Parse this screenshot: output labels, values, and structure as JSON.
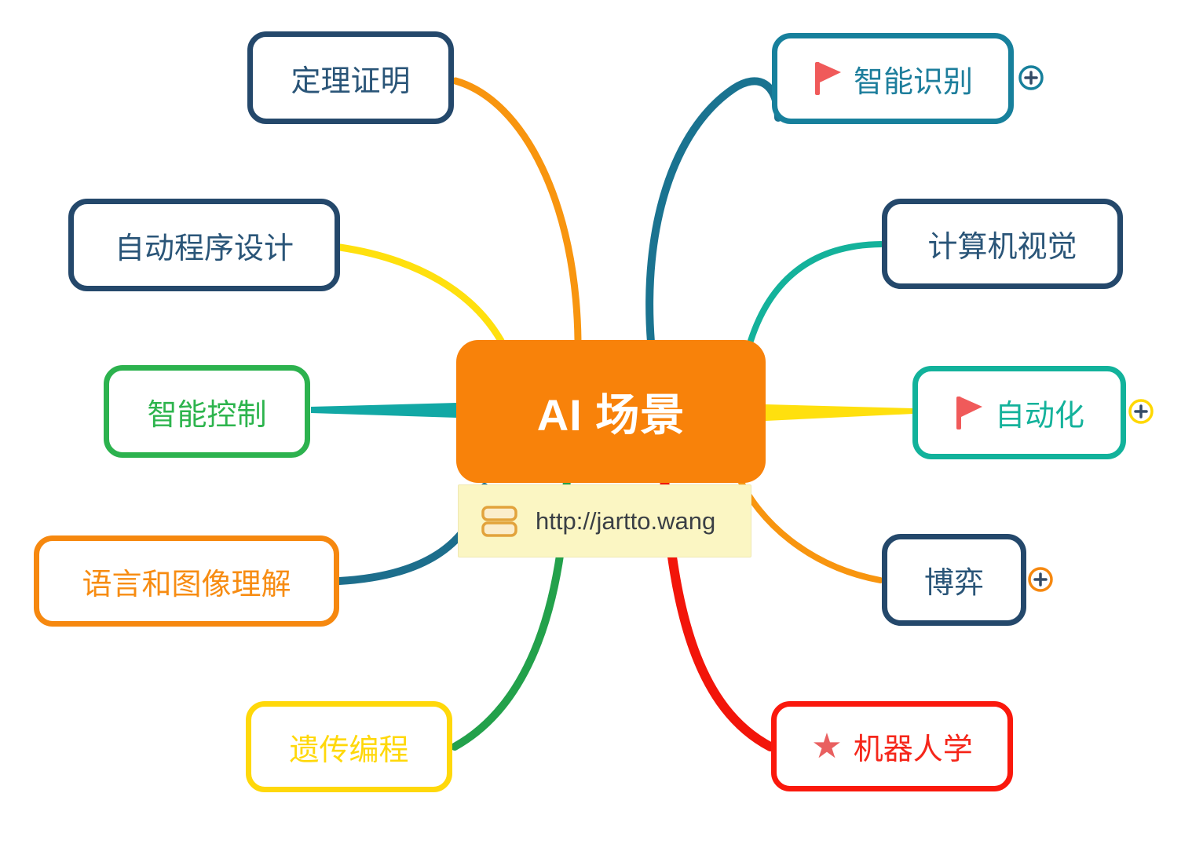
{
  "center": {
    "label": "AI 场景",
    "bg": "#F8820A",
    "text_color": "#FFFFFF"
  },
  "note": {
    "text": "http://jartto.wang",
    "bg": "#FBF6C3",
    "text_color": "#3A3F45",
    "icon": "notes-icon",
    "icon_stroke": "#E2A33C",
    "icon_fill": "#FBEDCB"
  },
  "nodes": [
    {
      "id": "theorem-proving",
      "label": "定理证明",
      "border_color": "#24486B",
      "text_color": "#2A5578"
    },
    {
      "id": "intelligent-recognition",
      "label": "智能识别",
      "border_color": "#17809C",
      "text_color": "#1D7E9C",
      "marker": "flag",
      "marker_color": "#F05A5A",
      "expand": {
        "circle_color": "#17809C",
        "plus_color": "#344B66"
      }
    },
    {
      "id": "auto-programming",
      "label": "自动程序设计",
      "border_color": "#24486B",
      "text_color": "#2A5578"
    },
    {
      "id": "computer-vision",
      "label": "计算机视觉",
      "border_color": "#24486B",
      "text_color": "#2A5578"
    },
    {
      "id": "intelligent-control",
      "label": "智能控制",
      "border_color": "#2CB24E",
      "text_color": "#2DB44D"
    },
    {
      "id": "automation",
      "label": "自动化",
      "border_color": "#12B29B",
      "text_color": "#14B29B",
      "marker": "flag",
      "marker_color": "#F05A5A",
      "expand": {
        "circle_color": "#FFD800",
        "plus_color": "#344B66"
      }
    },
    {
      "id": "language-image-understanding",
      "label": "语言和图像理解",
      "border_color": "#F6880F",
      "text_color": "#F78C12"
    },
    {
      "id": "game-playing",
      "label": "博弈",
      "border_color": "#24486B",
      "text_color": "#2A5578",
      "expand": {
        "circle_color": "#F6880F",
        "plus_color": "#344B66"
      }
    },
    {
      "id": "genetic-programming",
      "label": "遗传编程",
      "border_color": "#FFD80A",
      "text_color": "#FFD80A"
    },
    {
      "id": "robotics",
      "label": "机器人学",
      "border_color": "#FA180C",
      "text_color": "#F5261A",
      "marker": "star",
      "marker_color": "#E96060"
    }
  ],
  "connectors": {
    "theorem": "#F8950F",
    "autoprog": "#FFE00E",
    "control": "#12A8A5",
    "language": "#1D6E8C",
    "genetic": "#23A14B",
    "recognition": "#1A7390",
    "vision": "#14B29B",
    "automation": "#FFE00E",
    "game": "#F8950F",
    "robotics": "#F2150A"
  }
}
